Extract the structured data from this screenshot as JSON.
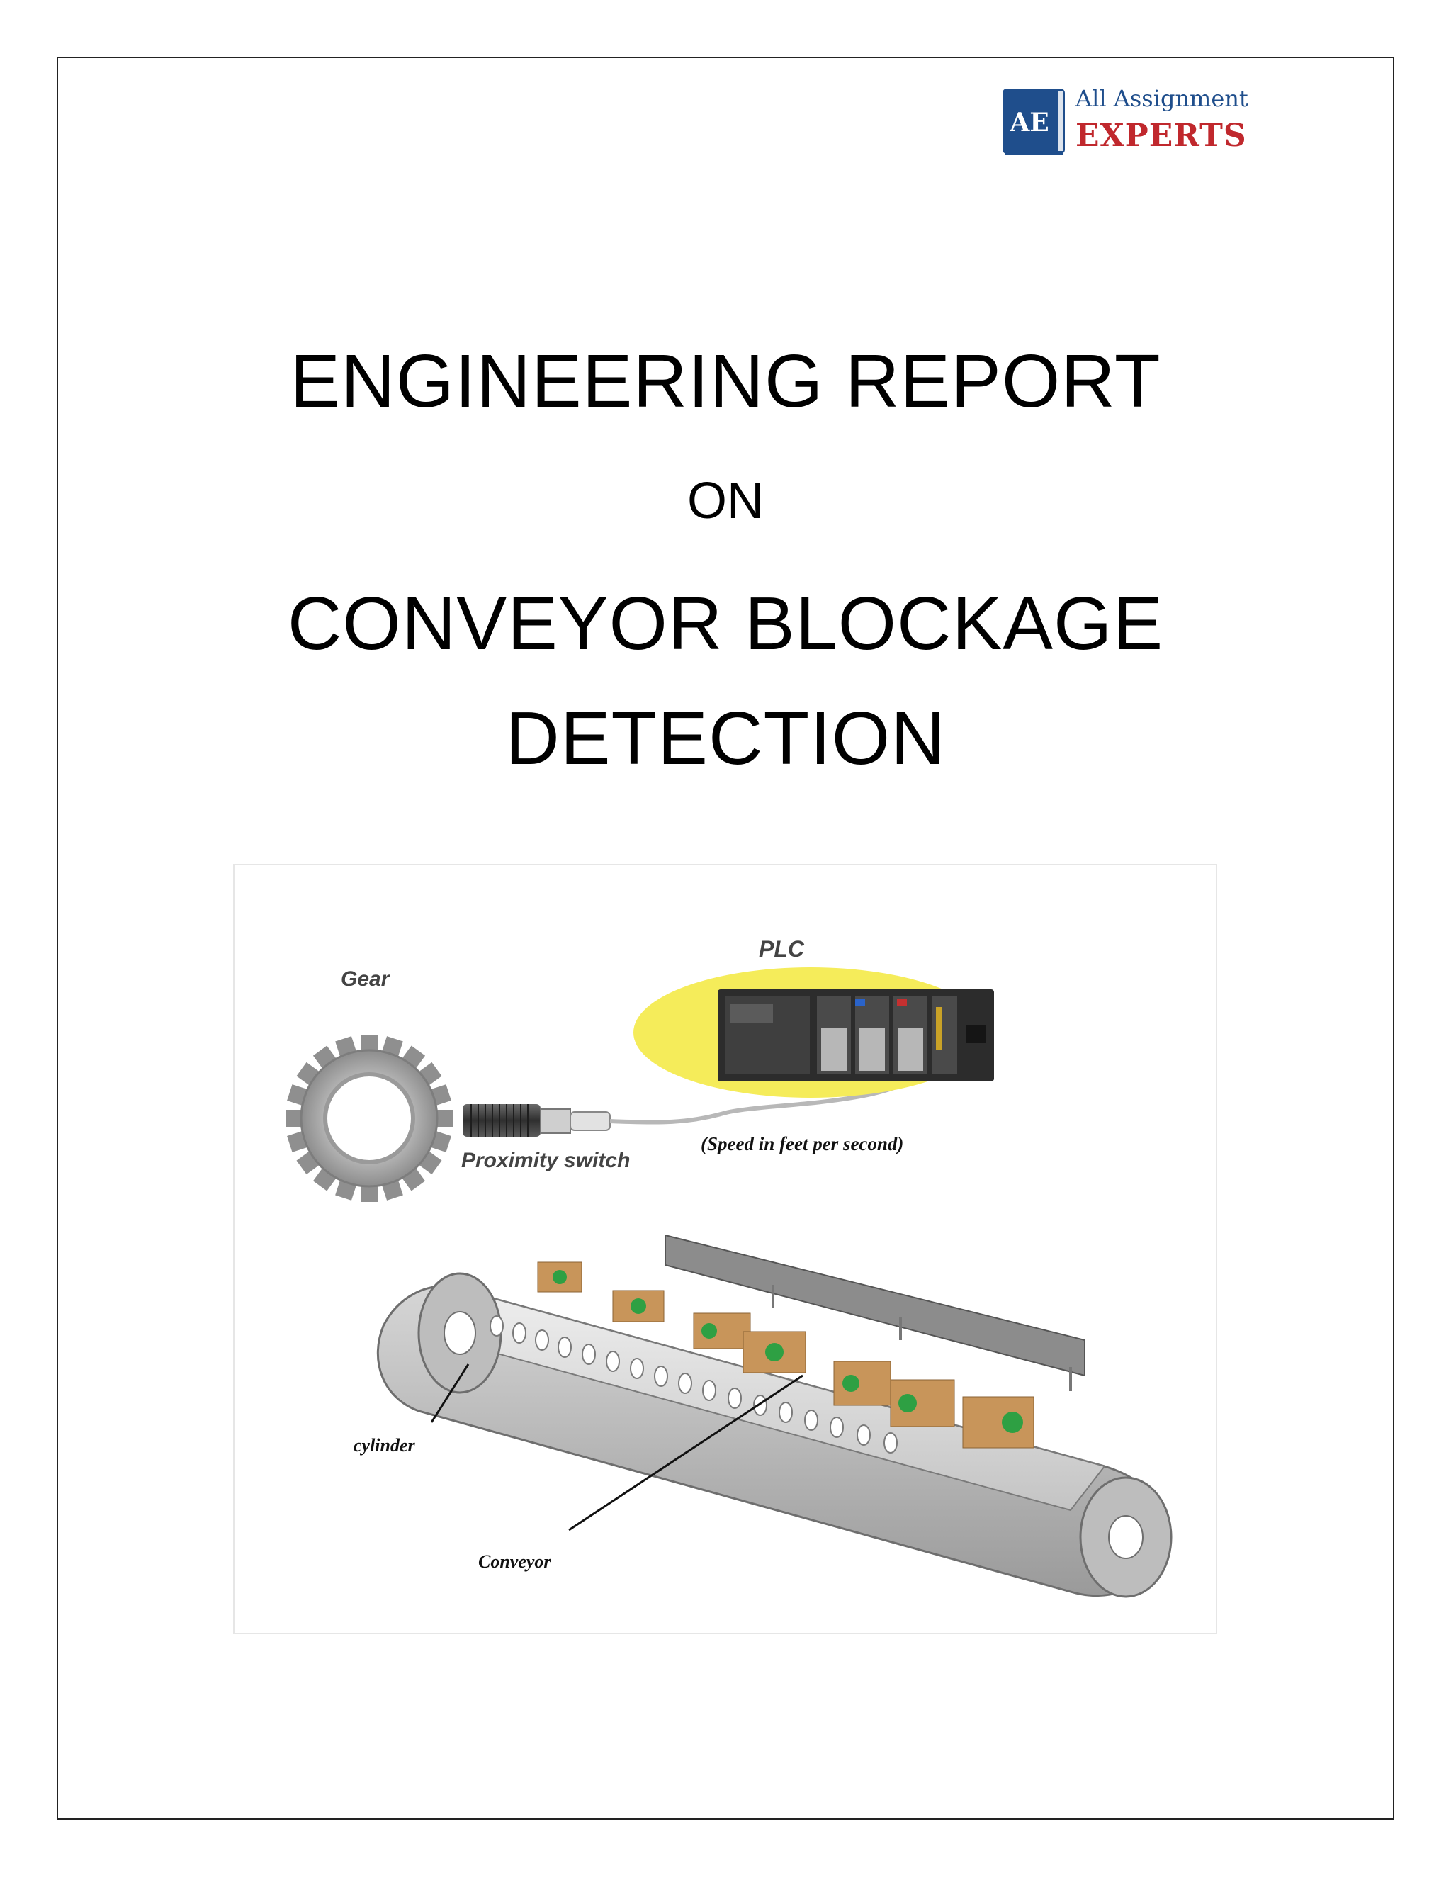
{
  "logo": {
    "mark": "AE",
    "line1": "All Assignment",
    "line2": "EXPERTS",
    "colors": {
      "primary": "#1f4e8c",
      "accent": "#c0282d"
    }
  },
  "cover": {
    "title_line1": "ENGINEERING REPORT",
    "title_line2": "ON",
    "title_line3": "CONVEYOR BLOCKAGE",
    "title_line4": "DETECTION"
  },
  "figure": {
    "labels": {
      "gear": "Gear",
      "plc": "PLC",
      "proximity_switch": "Proximity switch",
      "speed": "(Speed in feet per second)",
      "cylinder": "cylinder",
      "conveyor": "Conveyor"
    },
    "colors": {
      "plc_highlight": "#f5ec5a",
      "box": "#c8955a",
      "label": "#2ea043",
      "belt": "#c9c9c9"
    }
  }
}
